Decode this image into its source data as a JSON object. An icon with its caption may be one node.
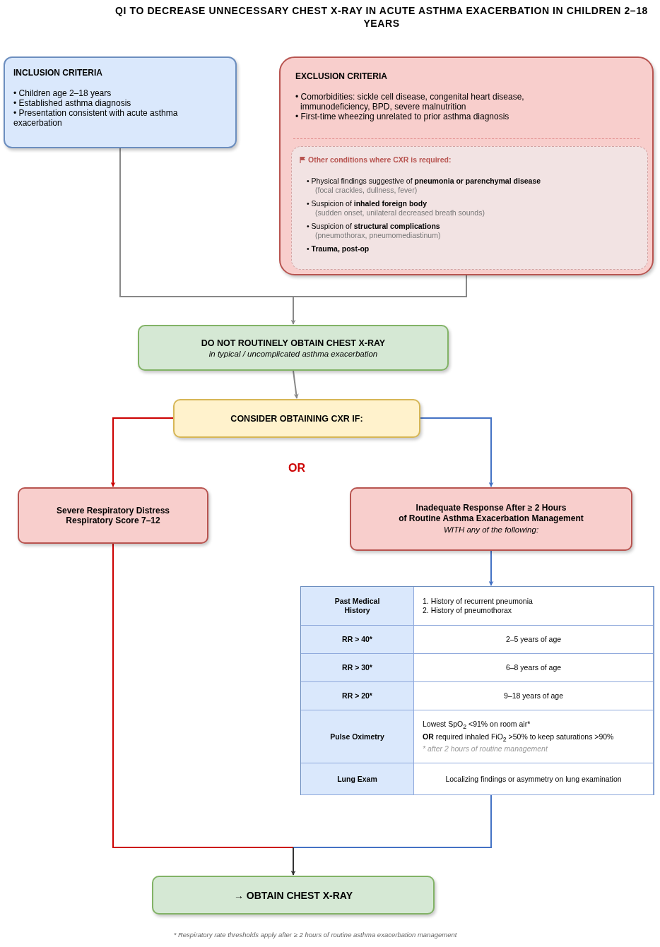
{
  "diagram": {
    "title": "QI TO DECREASE UNNECESSARY CHEST X-RAY IN ACUTE ASTHMA EXACERBATION IN CHILDREN 2–18 YEARS",
    "nodes": [
      {
        "text": [
          "INCLUSION CRITERIA",
          "• Children age 2–18 years",
          "• Established asthma diagnosis",
          "• Presentation consistent with acute asthma exacerbation"
        ]
      },
      {
        "text": [
          "EXCLUSION CRITERIA",
          "• Comorbidities: sickle cell disease, congenital heart disease, immunodeficiency, BPD, severe malnutrition",
          "• First-time wheezing unrelated to prior asthma diagnosis"
        ]
      },
      {
        "text": [
          "Other conditions where CXR is required:",
          "• Physical findings suggestive of **pneumonia or parenchymal disease**",
          "(focal crackles, dullness, fever)",
          "• Suspicion of **inhaled foreign body**",
          "(sudden onset, unilateral decreased breath sounds)",
          "• Suspicion of **structural complications**",
          "(pneumothorax, pneumomediastinum)",
          "• **Trauma, post-op**"
        ],
        "in": 1
      },
      {
        "text": [
          "DO NOT ROUTINELY OBTAIN CHEST X-RAY",
          "in typical / uncomplicated asthma exacerbation"
        ]
      },
      {
        "text": [
          "CONSIDER OBTAINING CXR IF:"
        ]
      },
      {
        "text": [
          "Severe Respiratory Distress",
          "Respiratory Score 7–12"
        ]
      },
      {
        "text": [
          "Inadequate Response After ≥ 2 Hours",
          "of Routine Asthma Exacerbation Management",
          "WITH any of the following:"
        ]
      },
      {
        "text": [
          "Past Medical History",
          "1. History of recurrent pneumonia",
          "2. History of pneumothorax",
          "RR > 40*",
          "2–5 years of age",
          "RR > 30*",
          "6–8 years of age",
          "RR > 20*",
          "9–18 years of age",
          "Pulse Oximetry",
          "Lowest SpO$_{2}$ <91% on room air*",
          "**OR** required inhaled FiO$_{2}$ >50% to keep saturations >90%",
          "* after 2 hours of routine management",
          "Lung Exam",
          "Localizing findings or asymmetry on lung examination"
        ]
      },
      {
        "text": [
          "→ OBTAIN CHEST X-RAY"
        ]
      }
    ],
    "edges": [
      {
        "from": 0,
        "to": 3,
        "arrow": "to"
      },
      {
        "from": 1,
        "to": 3,
        "arrow": "to"
      },
      {
        "from": 3,
        "to": 4,
        "arrow": "to"
      },
      {
        "from": 4,
        "to": 5,
        "arrow": "to",
        "color": "#cc0000"
      },
      {
        "from": 4,
        "to": 6,
        "arrow": "to",
        "color": "#4472c4"
      },
      {
        "from": 6,
        "to": 7,
        "arrow": "to",
        "color": "#4472c4"
      },
      {
        "from": 5,
        "to": 8,
        "arrow": "to",
        "color": "#cc0000"
      },
      {
        "from": 7,
        "to": 8,
        "arrow": "to",
        "color": "#4472c4"
      }
    ],
    "labels": [
      "OR",
      "* Respiratory rate thresholds apply after ≥ 2 hours of routine asthma exacerbation management"
    ]
  }
}
